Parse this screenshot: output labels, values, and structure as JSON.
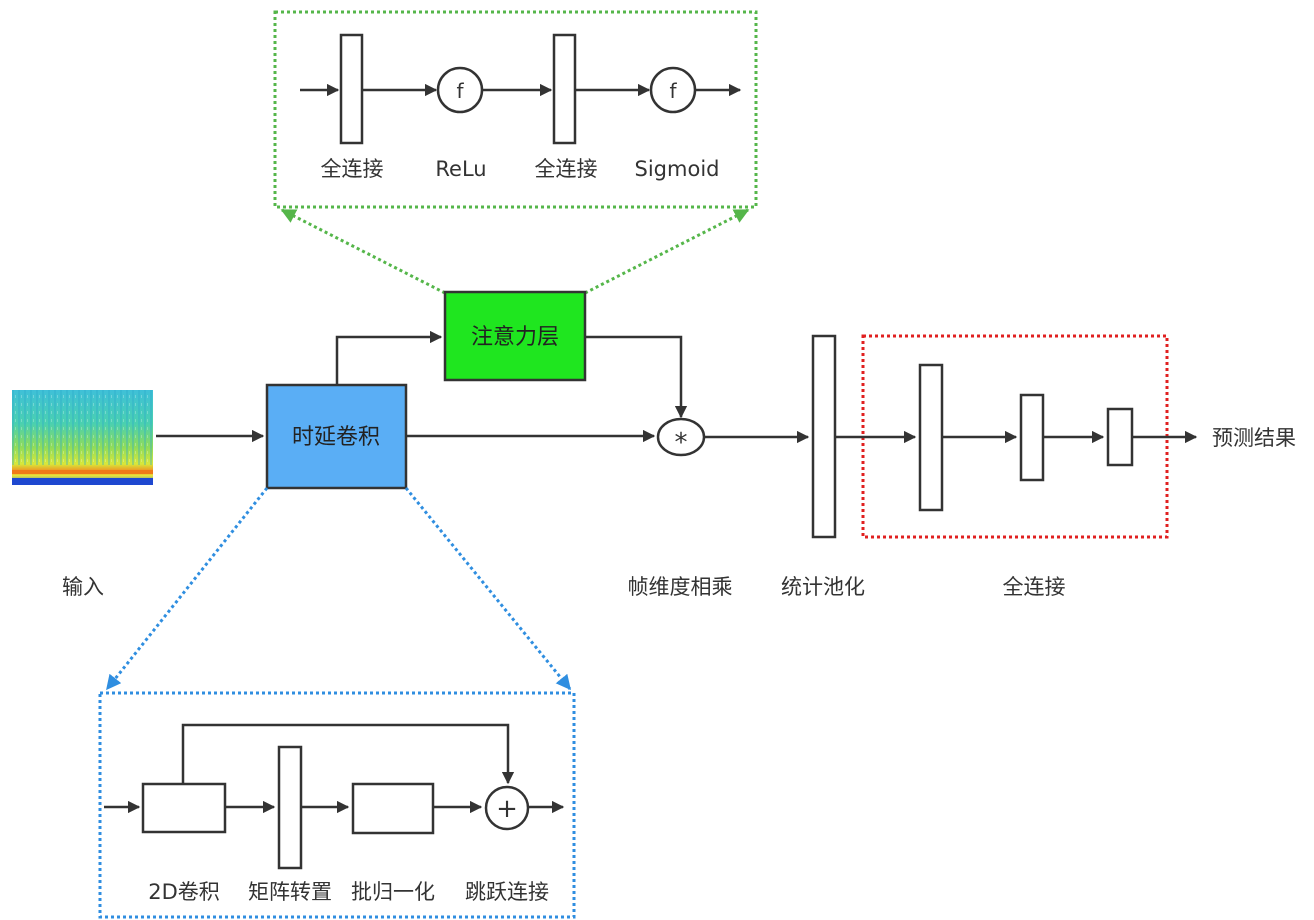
{
  "input_label": "输入",
  "tdnn_label": "时延卷积",
  "attention_label": "注意力层",
  "multiply_symbol": "*",
  "frame_multiply_label": "帧维度相乘",
  "stats_pool_label": "统计池化",
  "fc_label": "全连接",
  "output_label": "预测结果",
  "attention_detail": {
    "fc1_label": "全连接",
    "relu_label": "ReLu",
    "fc2_label": "全连接",
    "sigmoid_label": "Sigmoid",
    "func_symbol": "f"
  },
  "tdnn_detail": {
    "conv2d_label": "2D卷积",
    "transpose_label": "矩阵转置",
    "batchnorm_label": "批归一化",
    "skip_label": "跳跃连接",
    "add_symbol": "+"
  },
  "colors": {
    "tdnn_box": "#5aaef5",
    "attention_box": "#1fe61f",
    "attention_zoom": "#55b64a",
    "tdnn_zoom": "#2f8ee0",
    "fc_group": "#e02020",
    "line": "#333333"
  }
}
